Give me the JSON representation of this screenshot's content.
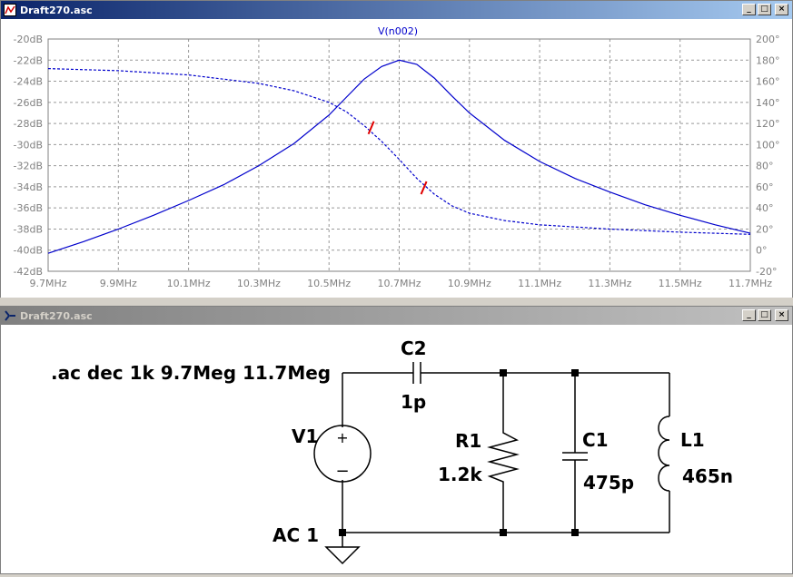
{
  "plot_window": {
    "title": "Draft270.asc"
  },
  "schematic_window": {
    "title": "Draft270.asc"
  },
  "window_controls": {
    "minimize": "_",
    "maximize": "□",
    "close": "×"
  },
  "colors": {
    "trace": "#0000cc",
    "cursor": "#e00000",
    "grid": "#999999",
    "axis_text": "#808080"
  },
  "chart_data": {
    "type": "line",
    "title": "V(n002)",
    "x_ticks": [
      "9.7MHz",
      "9.9MHz",
      "10.1MHz",
      "10.3MHz",
      "10.5MHz",
      "10.7MHz",
      "10.9MHz",
      "11.1MHz",
      "11.3MHz",
      "11.5MHz",
      "11.7MHz"
    ],
    "y_left_ticks": [
      "-20dB",
      "-22dB",
      "-24dB",
      "-26dB",
      "-28dB",
      "-30dB",
      "-32dB",
      "-34dB",
      "-36dB",
      "-38dB",
      "-40dB",
      "-42dB"
    ],
    "y_right_ticks": [
      "200°",
      "180°",
      "160°",
      "140°",
      "120°",
      "100°",
      "80°",
      "60°",
      "40°",
      "20°",
      "0°",
      "-20°"
    ],
    "xlim": [
      9.7,
      11.7
    ],
    "ylim_left": [
      -42,
      -20
    ],
    "ylim_right": [
      -20,
      200
    ],
    "series": [
      {
        "axis": "left",
        "style": "solid",
        "x": [
          9.7,
          9.8,
          9.9,
          10.0,
          10.1,
          10.2,
          10.3,
          10.4,
          10.5,
          10.55,
          10.6,
          10.65,
          10.7,
          10.75,
          10.8,
          10.85,
          10.9,
          11.0,
          11.1,
          11.2,
          11.3,
          11.4,
          11.5,
          11.6,
          11.7
        ],
        "y": [
          -40.3,
          -39.2,
          -38.0,
          -36.7,
          -35.3,
          -33.8,
          -32.0,
          -29.9,
          -27.2,
          -25.5,
          -23.8,
          -22.6,
          -22.0,
          -22.4,
          -23.7,
          -25.4,
          -27.0,
          -29.6,
          -31.6,
          -33.2,
          -34.5,
          -35.7,
          -36.7,
          -37.6,
          -38.4
        ]
      },
      {
        "axis": "right",
        "style": "dashed",
        "x": [
          9.7,
          9.9,
          10.1,
          10.3,
          10.4,
          10.5,
          10.55,
          10.6,
          10.65,
          10.7,
          10.75,
          10.8,
          10.85,
          10.9,
          11.0,
          11.1,
          11.3,
          11.5,
          11.7
        ],
        "y": [
          172,
          170,
          166,
          158,
          151,
          140,
          131,
          118,
          103,
          86,
          68,
          53,
          42,
          35,
          28,
          24,
          20,
          17,
          15
        ]
      }
    ],
    "cursors": [
      {
        "x": 10.62,
        "y": -28.4
      },
      {
        "x": 10.77,
        "y": -34.1
      }
    ]
  },
  "schematic": {
    "directive": ".ac dec 1k 9.7Meg 11.7Meg",
    "source_name": "V1",
    "source_value": "AC 1",
    "c2_name": "C2",
    "c2_value": "1p",
    "r1_name": "R1",
    "r1_value": "1.2k",
    "c1_name": "C1",
    "c1_value": "475p",
    "l1_name": "L1",
    "l1_value": "465n",
    "plus_sign": "+",
    "minus_sign": "−"
  }
}
